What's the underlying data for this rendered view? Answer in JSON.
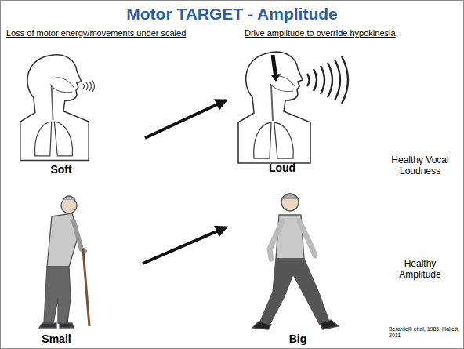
{
  "diagram": {
    "title": "Motor TARGET - Amplitude",
    "labels": [
      "Loss of motor energy/movements under scaled",
      "Drive amplitude to override hypokinesia",
      "Soft",
      "Loud",
      "Healthy Vocal Loudness",
      "Small",
      "Big",
      "Healthy Amplitude",
      "Berardelli et al, 1986, Hallett, 2011"
    ]
  }
}
